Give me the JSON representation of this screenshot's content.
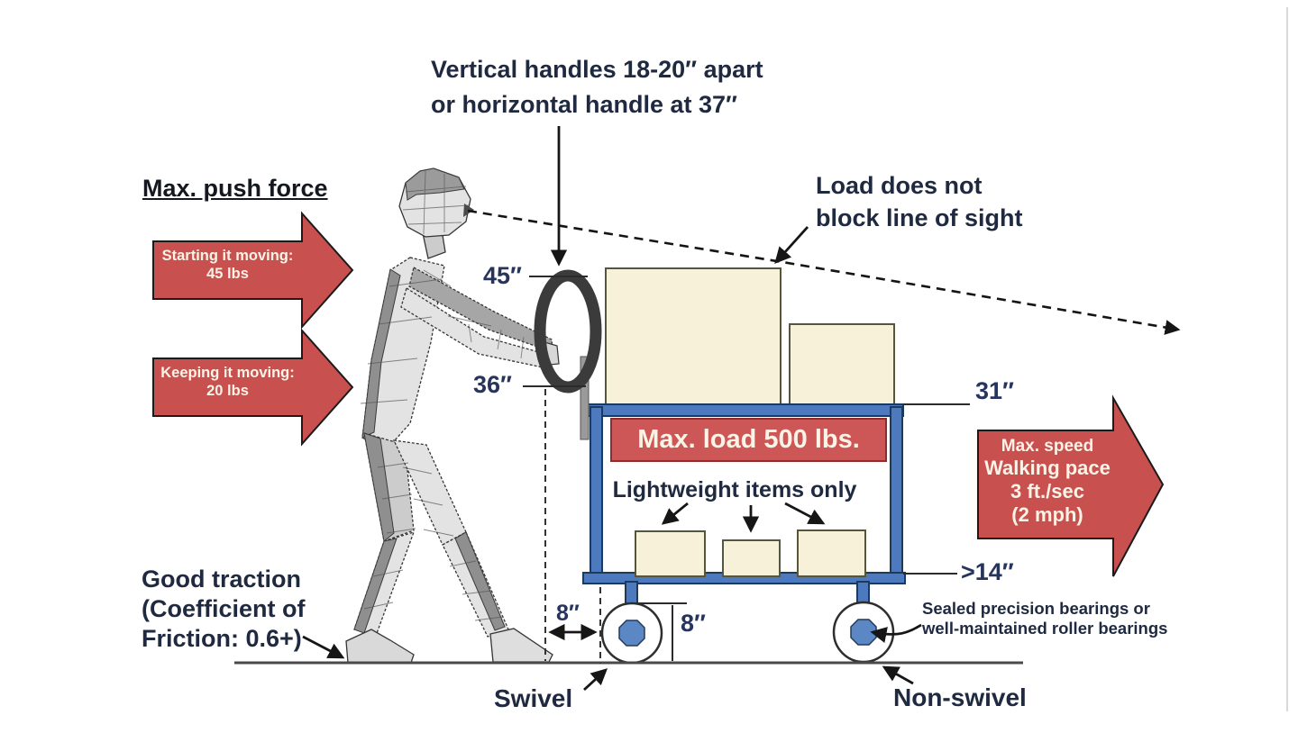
{
  "colors": {
    "arrow_red": "#c85150",
    "banner_red": "#cd5757",
    "cart_blue": "#4d7abf",
    "box_cream": "#f6f1d8",
    "ink": "#1f2940",
    "dim_ink": "#27355c"
  },
  "labels": {
    "handle_note_line1": "Vertical handles 18-20″ apart",
    "handle_note_line2": "or horizontal handle at 37″",
    "max_push_force_heading": "Max. push force",
    "start_moving_line1": "Starting it moving:",
    "start_moving_line2": "45 lbs",
    "keep_moving_line1": "Keeping it moving:",
    "keep_moving_line2": "20 lbs",
    "sight_line1": "Load does not",
    "sight_line2": "block line of sight",
    "max_load": "Max. load 500 lbs.",
    "lightweight": "Lightweight items only",
    "speed_line1": "Max. speed",
    "speed_line2": "Walking pace",
    "speed_line3": "3 ft./sec",
    "speed_line4": "(2 mph)",
    "traction_line1": "Good traction",
    "traction_line2": "(Coefficient of",
    "traction_line3": "Friction: 0.6+)",
    "bearings_line1": "Sealed precision bearings or",
    "bearings_line2": "well-maintained roller bearings",
    "swivel": "Swivel",
    "non_swivel": "Non-swivel"
  },
  "measurements": {
    "handle_height_max": "45″",
    "handle_height_min": "36″",
    "top_shelf_height": "31″",
    "bottom_shelf_height": ">14″",
    "heel_clearance": "8″",
    "wheel_diameter": "8″"
  }
}
